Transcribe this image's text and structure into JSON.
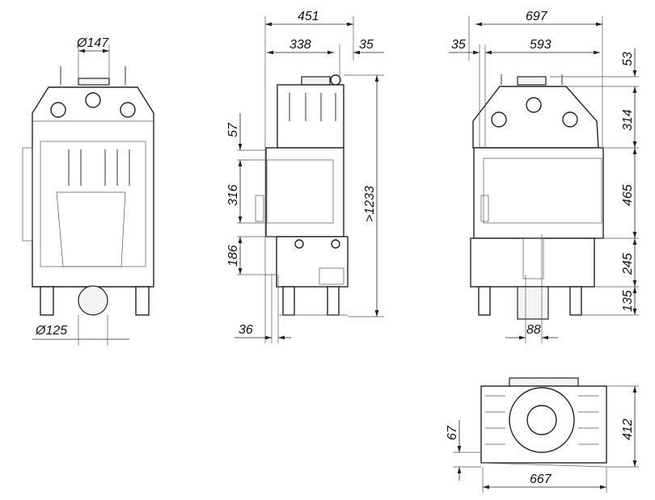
{
  "drawing": {
    "front_view": {
      "flue_top": "Ø147",
      "flue_bottom": "Ø125"
    },
    "side_view": {
      "total_depth": "451",
      "body_depth": "338",
      "offset_right": "35",
      "top_gap": "57",
      "door_height": "316",
      "lower_height": "186",
      "total_height": ">1233",
      "offset_bottom": "36"
    },
    "corner_view": {
      "total_width": "697",
      "offset_left": "35",
      "body_width": "593",
      "top_flue": "53",
      "hood_height": "314",
      "door_height": "465",
      "base_height": "245",
      "leg_height": "135",
      "duct_width": "88"
    },
    "top_view": {
      "depth": "412",
      "offset": "67",
      "width": "667"
    }
  }
}
